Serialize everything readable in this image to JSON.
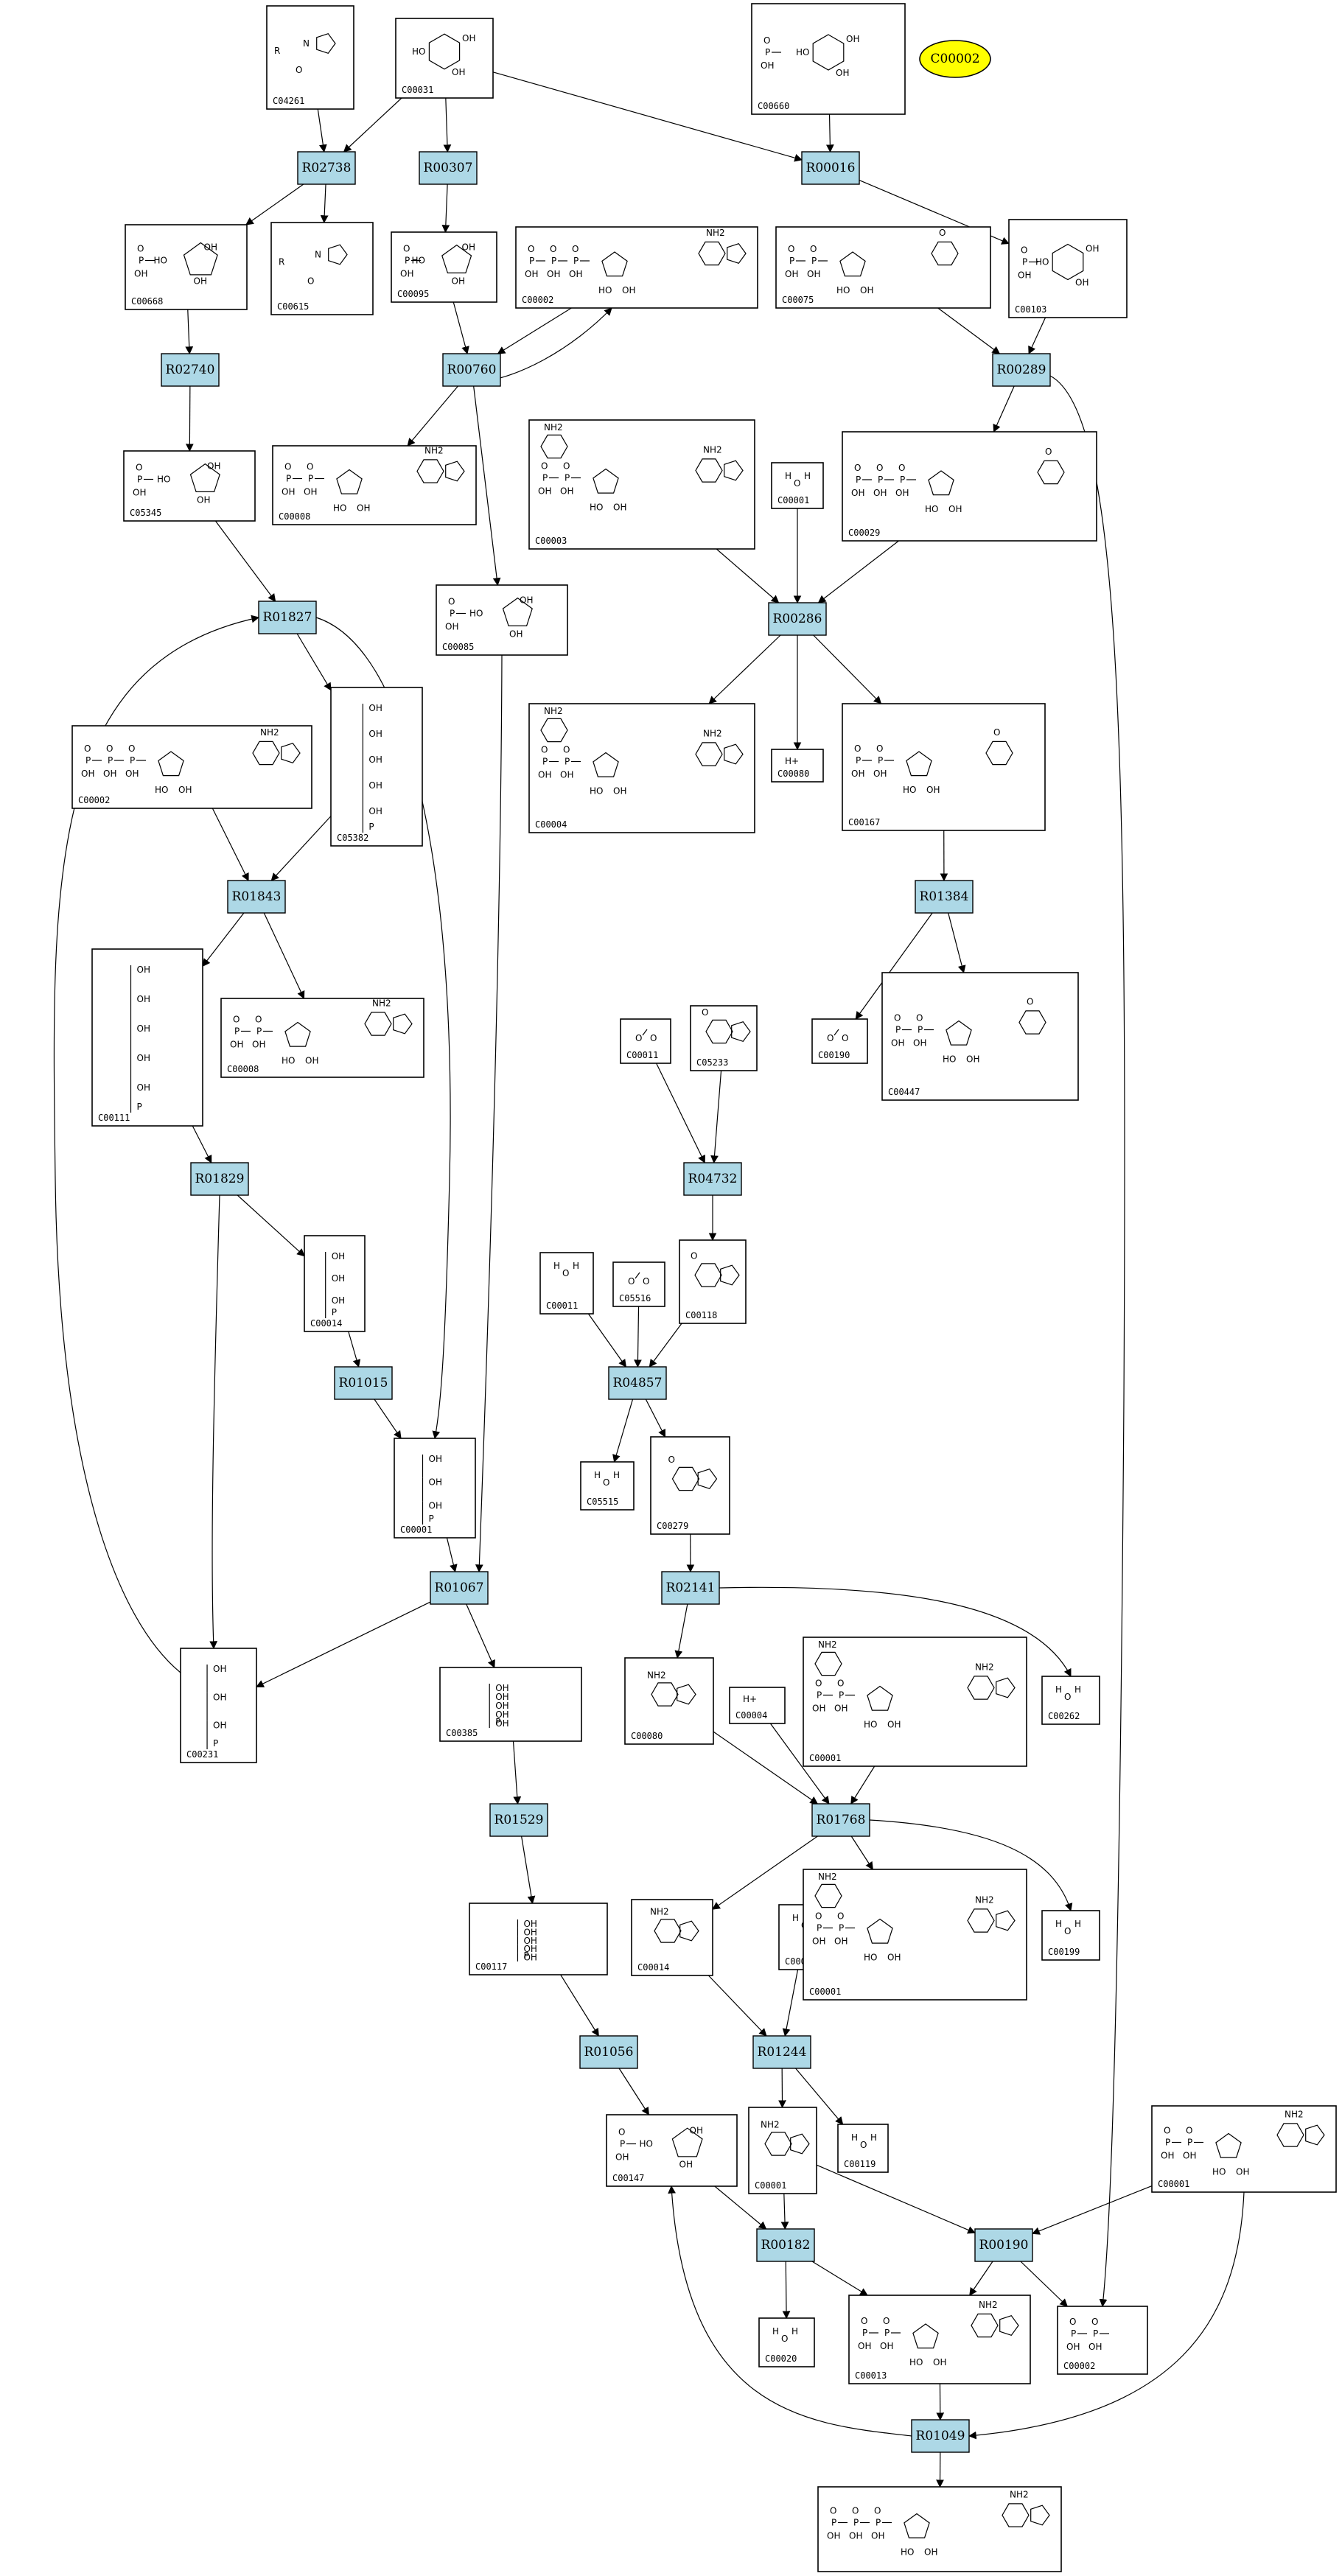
{
  "colors": {
    "reaction": "#add8e6",
    "highlight": "#ffff00",
    "line": "#000000"
  },
  "highlight_node": "C00002",
  "reactions": [
    "R02738",
    "R00307",
    "R00016",
    "R02740",
    "R00760",
    "R00289",
    "R01827",
    "R00286",
    "R01843",
    "R01384",
    "R01829",
    "R04732",
    "R01015",
    "R04857",
    "R01067",
    "R02141",
    "R01529",
    "R01768",
    "R01056",
    "R01244",
    "R00182",
    "R00190",
    "R01049"
  ],
  "compounds": [
    "C04261",
    "C00031",
    "C00660",
    "C00668",
    "C00615",
    "C00095",
    "C00002",
    "C00075",
    "C00103",
    "C05345",
    "C00008",
    "C00003",
    "C00001",
    "C00029",
    "C00085",
    "C00004",
    "C00080",
    "C00167",
    "C05382",
    "C00002",
    "C00008",
    "C00011",
    "C05233",
    "C00190",
    "C00447",
    "C00111",
    "C00014",
    "C00011",
    "C05516",
    "C00118",
    "C00001",
    "C05515",
    "C00279",
    "C00231",
    "C00385",
    "C00080",
    "C00004",
    "C00001",
    "C00262",
    "C00014",
    "C00003",
    "C00001",
    "C00199",
    "C00117",
    "C00147",
    "C00001",
    "C00119",
    "C00001",
    "C00020",
    "C00013",
    "C00002"
  ]
}
